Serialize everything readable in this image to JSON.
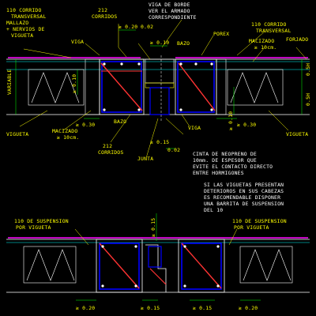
{
  "colors": {
    "background": "#000000",
    "text_white": "#ffffff",
    "text_yellow": "#ffff00",
    "slab_cyan": "#00ffff",
    "stirrup_blue": "#0000ff",
    "rebar_red": "#ff3333",
    "rebar_magenta": "#ff00ff",
    "dim_green": "#00ff00",
    "concrete_white": "#ffffff"
  },
  "top_detail": {
    "labels": {
      "corridos_110_left": "110 CORRIDO",
      "transversal_left": "TRANSVERSAL",
      "mallazo": "MALLAZO",
      "nervios": "+ NERVIOS DE",
      "vigueta_1": "VIGUETA",
      "corridos_212": "212",
      "corridos_212b": "CORRIDOS",
      "viga_label_1": "VIGA",
      "viga_borde": "VIGA DE BORDE",
      "ver_armado": "VER EL ARMADO",
      "correspondiente": "CORRESPONDIENTE",
      "corridos_110_right": "110 CORRIDO",
      "transversal_right": "TRANSVERSAL",
      "porex": "POREX",
      "macizado_right": "MACIZADO",
      "macizado_right_dim": "≥ 10cm.",
      "forjado": "FORJADO",
      "variable": "VARIABLE",
      "bazo_top": "BAZO",
      "bazo_bottom": "BAZO",
      "vigueta_left": "VIGUETA",
      "macizado_left": "MACIZADO",
      "macizado_left_dim": "≥ 10cm.",
      "corridos_212_low": "212",
      "corridos_212_lowb": "CORRIDOS",
      "junta": "JUNTA",
      "viga_label_2": "VIGA",
      "vigueta_right": "VIGUETA"
    },
    "dims": {
      "d_020_top": "≥ 0.20",
      "d_002_top": "0.02",
      "d_010_top": "≥ 0.10",
      "d_010_left": "≥ 0.10",
      "d_010_right": "≥ 0.10",
      "d_030_left": "≥ 0.30",
      "d_030_right": "≥ 0.30",
      "d_015_bottom": "≥ 0.15",
      "d_002_bottom": "0.02",
      "d_05h_1": "0.5H",
      "d_05h_2": "0.5H"
    }
  },
  "notes": {
    "neopreno": [
      "CINTA DE NEOPRENO DE",
      "10mm. DE ESPESOR QUE",
      "EVITE EL CONTACTO DIRECTO",
      "ENTRE HORMIGONES"
    ],
    "viguetas": [
      "SI LAS VIGUETAS PRESENTAN",
      "DETERIOROS EN SUS CABEZAS",
      "ES RECOMENDABLE DISPONER",
      "UNA BARRITA DE SUSPENSION",
      "DEL 10"
    ]
  },
  "bottom_detail": {
    "labels": {
      "suspension_left_1": "110 DE SUSPENSION",
      "suspension_left_2": "POR VIGUETA",
      "suspension_right_1": "110 DE SUSPENSION",
      "suspension_right_2": "POR VIGUETA"
    },
    "dims": {
      "d_015_vert": "≥ 0.15",
      "d_020_left": "≥ 0.20",
      "d_015_left": "≥ 0.15",
      "d_015_right": "≥ 0.15",
      "d_020_right": "≥ 0.20"
    }
  }
}
